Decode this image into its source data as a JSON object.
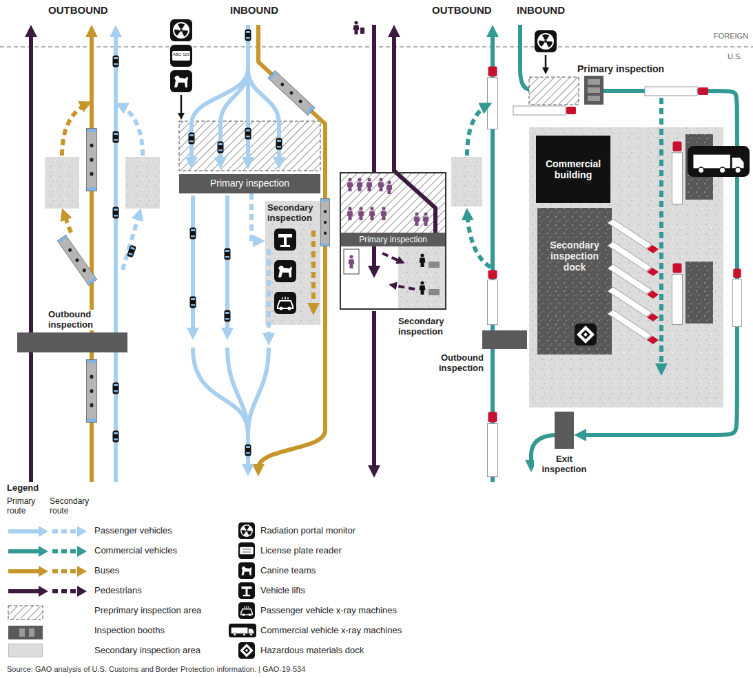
{
  "diagram": {
    "caption": "Source: GAO analysis of U.S. Customs and Border Protection information. | GAO-19-534",
    "nodes": [
      {
        "text": [
          "Primary inspection"
        ]
      },
      {
        "text": [
          "Secondary inspection"
        ]
      },
      {
        "text": [
          "Primary inspection"
        ]
      },
      {
        "text": [
          "Secondary inspection"
        ],
        "in": 2
      },
      {
        "text": [
          "Primary inspection"
        ]
      },
      {
        "text": [
          "Commercial building"
        ]
      },
      {
        "text": [
          "Secondary inspection dock"
        ]
      },
      {
        "text": [
          "Outbound inspection"
        ]
      },
      {
        "text": [
          "Outbound inspection"
        ]
      },
      {
        "text": [
          "Exit inspection"
        ]
      }
    ],
    "edges": [
      {
        "from": 0,
        "to": 1,
        "arrow": "to"
      },
      {
        "from": 4,
        "to": 9,
        "arrow": "to"
      }
    ],
    "labels": [
      "OUTBOUND",
      "INBOUND",
      "OUTBOUND",
      "INBOUND",
      "FOREIGN",
      "U.S.",
      "ABC-123",
      "Legend",
      "Primary route",
      "Secondary route"
    ],
    "legend": [
      {
        "text": "Passenger vehicles",
        "color": "#a7cff0"
      },
      {
        "text": "Commercial vehicles",
        "color": "#329994"
      },
      {
        "text": "Buses",
        "color": "#c6962a"
      },
      {
        "text": "Pedestrians",
        "color": "#3c1a40"
      },
      {
        "text": "Preprimary inspection area"
      },
      {
        "text": "Inspection booths"
      },
      {
        "text": "Secondary inspection area",
        "color": "#dcdcdc"
      },
      {
        "text": "Radiation portal monitor"
      },
      {
        "text": "License plate reader"
      },
      {
        "text": "Canine teams"
      },
      {
        "text": "Vehicle lifts"
      },
      {
        "text": "Passenger vehicle x-ray machines"
      },
      {
        "text": "Commercial vehicle x-ray machines"
      },
      {
        "text": "Hazardous materials dock"
      }
    ]
  }
}
